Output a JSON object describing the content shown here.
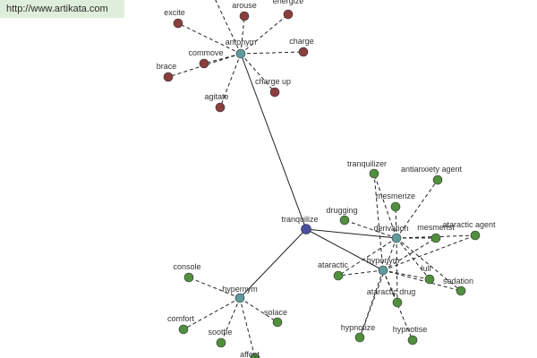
{
  "source": {
    "url": "http://www.artikata.com"
  },
  "colors": {
    "root": "#4a4fa0",
    "relation": "#5e9c9a",
    "antonym_leaf": "#8b3e3e",
    "related_leaf": "#4f8f3d",
    "edge": "#222222"
  },
  "graph": {
    "root": "tranquilize",
    "relations": [
      "antonym",
      "derivation",
      "hyponym",
      "hypernym"
    ],
    "nodes": [
      {
        "id": "root",
        "label": "tranquilize",
        "kind": "root"
      },
      {
        "id": "antonym",
        "label": "antonym",
        "kind": "relation"
      },
      {
        "id": "derivation",
        "label": "derivation",
        "kind": "relation"
      },
      {
        "id": "hyponym",
        "label": "hyponym",
        "kind": "relation"
      },
      {
        "id": "hypernym",
        "label": "hypernym",
        "kind": "relation"
      },
      {
        "id": "a_arouse",
        "label": "arouse",
        "kind": "antonym_leaf"
      },
      {
        "id": "a_energize",
        "label": "energize",
        "kind": "antonym_leaf"
      },
      {
        "id": "a_excite",
        "label": "excite",
        "kind": "antonym_leaf"
      },
      {
        "id": "a_commove",
        "label": "commove",
        "kind": "antonym_leaf"
      },
      {
        "id": "a_charge",
        "label": "charge",
        "kind": "antonym_leaf"
      },
      {
        "id": "a_brace",
        "label": "brace",
        "kind": "antonym_leaf"
      },
      {
        "id": "a_agitate",
        "label": "agitate",
        "kind": "antonym_leaf"
      },
      {
        "id": "a_chargeup",
        "label": "charge up",
        "kind": "antonym_leaf"
      },
      {
        "id": "a_top",
        "label": "",
        "kind": "antonym_leaf"
      },
      {
        "id": "d_tranq",
        "label": "tranquilizer",
        "kind": "related_leaf"
      },
      {
        "id": "d_antianx",
        "label": "antianxiety agent",
        "kind": "related_leaf"
      },
      {
        "id": "d_mesmerize",
        "label": "mesmerize",
        "kind": "related_leaf"
      },
      {
        "id": "d_drugging",
        "label": "drugging",
        "kind": "related_leaf"
      },
      {
        "id": "d_mesmerist",
        "label": "mesmerist",
        "kind": "related_leaf"
      },
      {
        "id": "d_ataragent",
        "label": "ataractic agent",
        "kind": "related_leaf"
      },
      {
        "id": "d_lull",
        "label": "lull",
        "kind": "related_leaf"
      },
      {
        "id": "d_sedation",
        "label": "sedation",
        "kind": "related_leaf"
      },
      {
        "id": "d_ataractic",
        "label": "ataractic",
        "kind": "related_leaf"
      },
      {
        "id": "d_atadrug",
        "label": "ataractic drug",
        "kind": "related_leaf"
      },
      {
        "id": "d_hypnotize",
        "label": "hypnotize",
        "kind": "related_leaf"
      },
      {
        "id": "d_hypnotise",
        "label": "hypnotise",
        "kind": "related_leaf"
      },
      {
        "id": "h_console",
        "label": "console",
        "kind": "related_leaf"
      },
      {
        "id": "h_solace",
        "label": "solace",
        "kind": "related_leaf"
      },
      {
        "id": "h_comfort",
        "label": "comfort",
        "kind": "related_leaf"
      },
      {
        "id": "h_soothe",
        "label": "soothe",
        "kind": "related_leaf"
      },
      {
        "id": "h_affect",
        "label": "affect",
        "kind": "related_leaf"
      }
    ],
    "edges": [
      {
        "from": "root",
        "to": "antonym",
        "style": "solid"
      },
      {
        "from": "root",
        "to": "derivation",
        "style": "solid"
      },
      {
        "from": "root",
        "to": "hyponym",
        "style": "solid"
      },
      {
        "from": "root",
        "to": "hypernym",
        "style": "solid"
      },
      {
        "from": "antonym",
        "to": "a_arouse",
        "style": "dashed"
      },
      {
        "from": "antonym",
        "to": "a_energize",
        "style": "dashed"
      },
      {
        "from": "antonym",
        "to": "a_excite",
        "style": "dashed"
      },
      {
        "from": "antonym",
        "to": "a_commove",
        "style": "dashed"
      },
      {
        "from": "antonym",
        "to": "a_charge",
        "style": "dashed"
      },
      {
        "from": "antonym",
        "to": "a_brace",
        "style": "dashed"
      },
      {
        "from": "antonym",
        "to": "a_agitate",
        "style": "dashed"
      },
      {
        "from": "antonym",
        "to": "a_chargeup",
        "style": "dashed"
      },
      {
        "from": "antonym",
        "to": "a_top",
        "style": "dashed"
      },
      {
        "from": "derivation",
        "to": "d_tranq",
        "style": "dashed"
      },
      {
        "from": "derivation",
        "to": "d_antianx",
        "style": "dashed"
      },
      {
        "from": "derivation",
        "to": "d_mesmerize",
        "style": "dashed"
      },
      {
        "from": "derivation",
        "to": "d_drugging",
        "style": "dashed"
      },
      {
        "from": "derivation",
        "to": "d_mesmerist",
        "style": "dashed"
      },
      {
        "from": "derivation",
        "to": "d_ataragent",
        "style": "dashed"
      },
      {
        "from": "derivation",
        "to": "d_lull",
        "style": "dashed"
      },
      {
        "from": "derivation",
        "to": "d_sedation",
        "style": "dashed"
      },
      {
        "from": "derivation",
        "to": "d_ataractic",
        "style": "dashed"
      },
      {
        "from": "derivation",
        "to": "d_atadrug",
        "style": "dashed"
      },
      {
        "from": "derivation",
        "to": "d_hypnotize",
        "style": "dashed"
      },
      {
        "from": "hyponym",
        "to": "d_tranq",
        "style": "dashed"
      },
      {
        "from": "hyponym",
        "to": "d_mesmerist",
        "style": "dashed"
      },
      {
        "from": "hyponym",
        "to": "d_ataragent",
        "style": "dashed"
      },
      {
        "from": "hyponym",
        "to": "d_lull",
        "style": "dashed"
      },
      {
        "from": "hyponym",
        "to": "d_sedation",
        "style": "dashed"
      },
      {
        "from": "hyponym",
        "to": "d_ataractic",
        "style": "dashed"
      },
      {
        "from": "hyponym",
        "to": "d_atadrug",
        "style": "dashed"
      },
      {
        "from": "hyponym",
        "to": "d_hypnotize",
        "style": "dashed"
      },
      {
        "from": "hyponym",
        "to": "d_hypnotise",
        "style": "dashed"
      },
      {
        "from": "hypernym",
        "to": "h_console",
        "style": "dashed"
      },
      {
        "from": "hypernym",
        "to": "h_solace",
        "style": "dashed"
      },
      {
        "from": "hypernym",
        "to": "h_comfort",
        "style": "dashed"
      },
      {
        "from": "hypernym",
        "to": "h_soothe",
        "style": "dashed"
      },
      {
        "from": "hypernym",
        "to": "h_affect",
        "style": "dashed"
      }
    ]
  }
}
